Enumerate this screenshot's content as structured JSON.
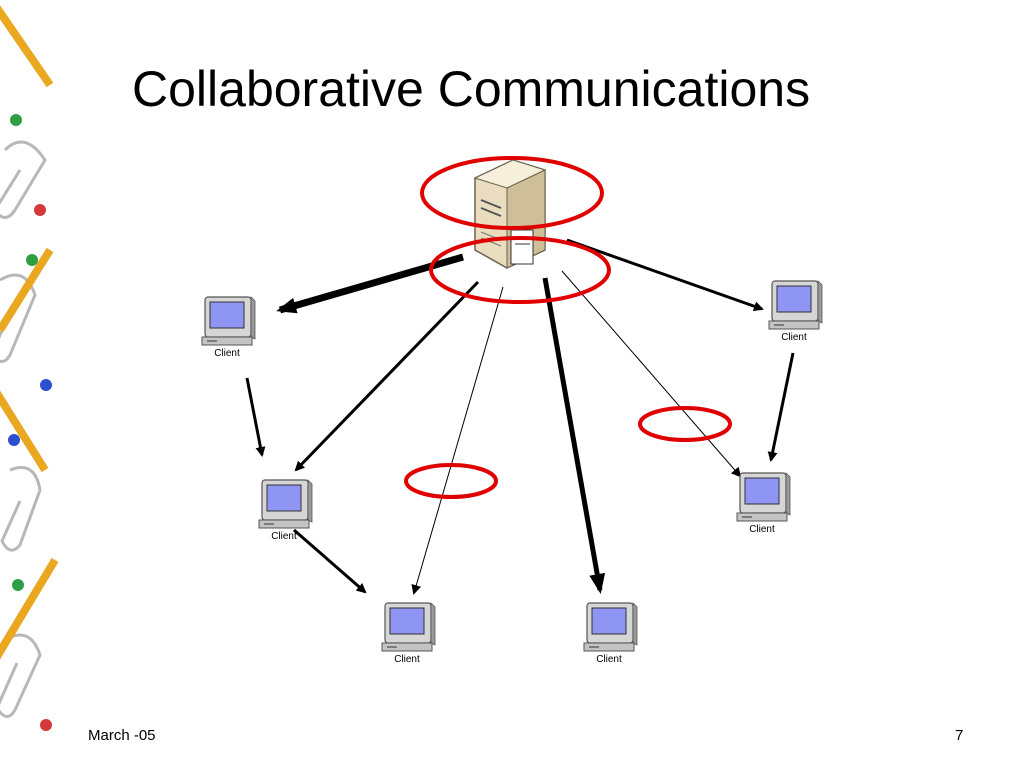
{
  "slide": {
    "title": "Collaborative Communications",
    "footer_date": "March -05",
    "page_number": "7"
  },
  "diagram": {
    "server": {
      "icon": "server-tower-icon"
    },
    "clients": [
      {
        "label": "Client",
        "icon": "desktop-computer-icon"
      },
      {
        "label": "Client",
        "icon": "desktop-computer-icon"
      },
      {
        "label": "Client",
        "icon": "desktop-computer-icon"
      },
      {
        "label": "Client",
        "icon": "desktop-computer-icon"
      },
      {
        "label": "Client",
        "icon": "desktop-computer-icon"
      },
      {
        "label": "Client",
        "icon": "desktop-computer-icon"
      }
    ],
    "highlight_color": "#e00000",
    "arrow_color": "#000000"
  },
  "border": {
    "icons": [
      "pencil-icon",
      "pushpin-icon",
      "paperclip-icon"
    ]
  }
}
